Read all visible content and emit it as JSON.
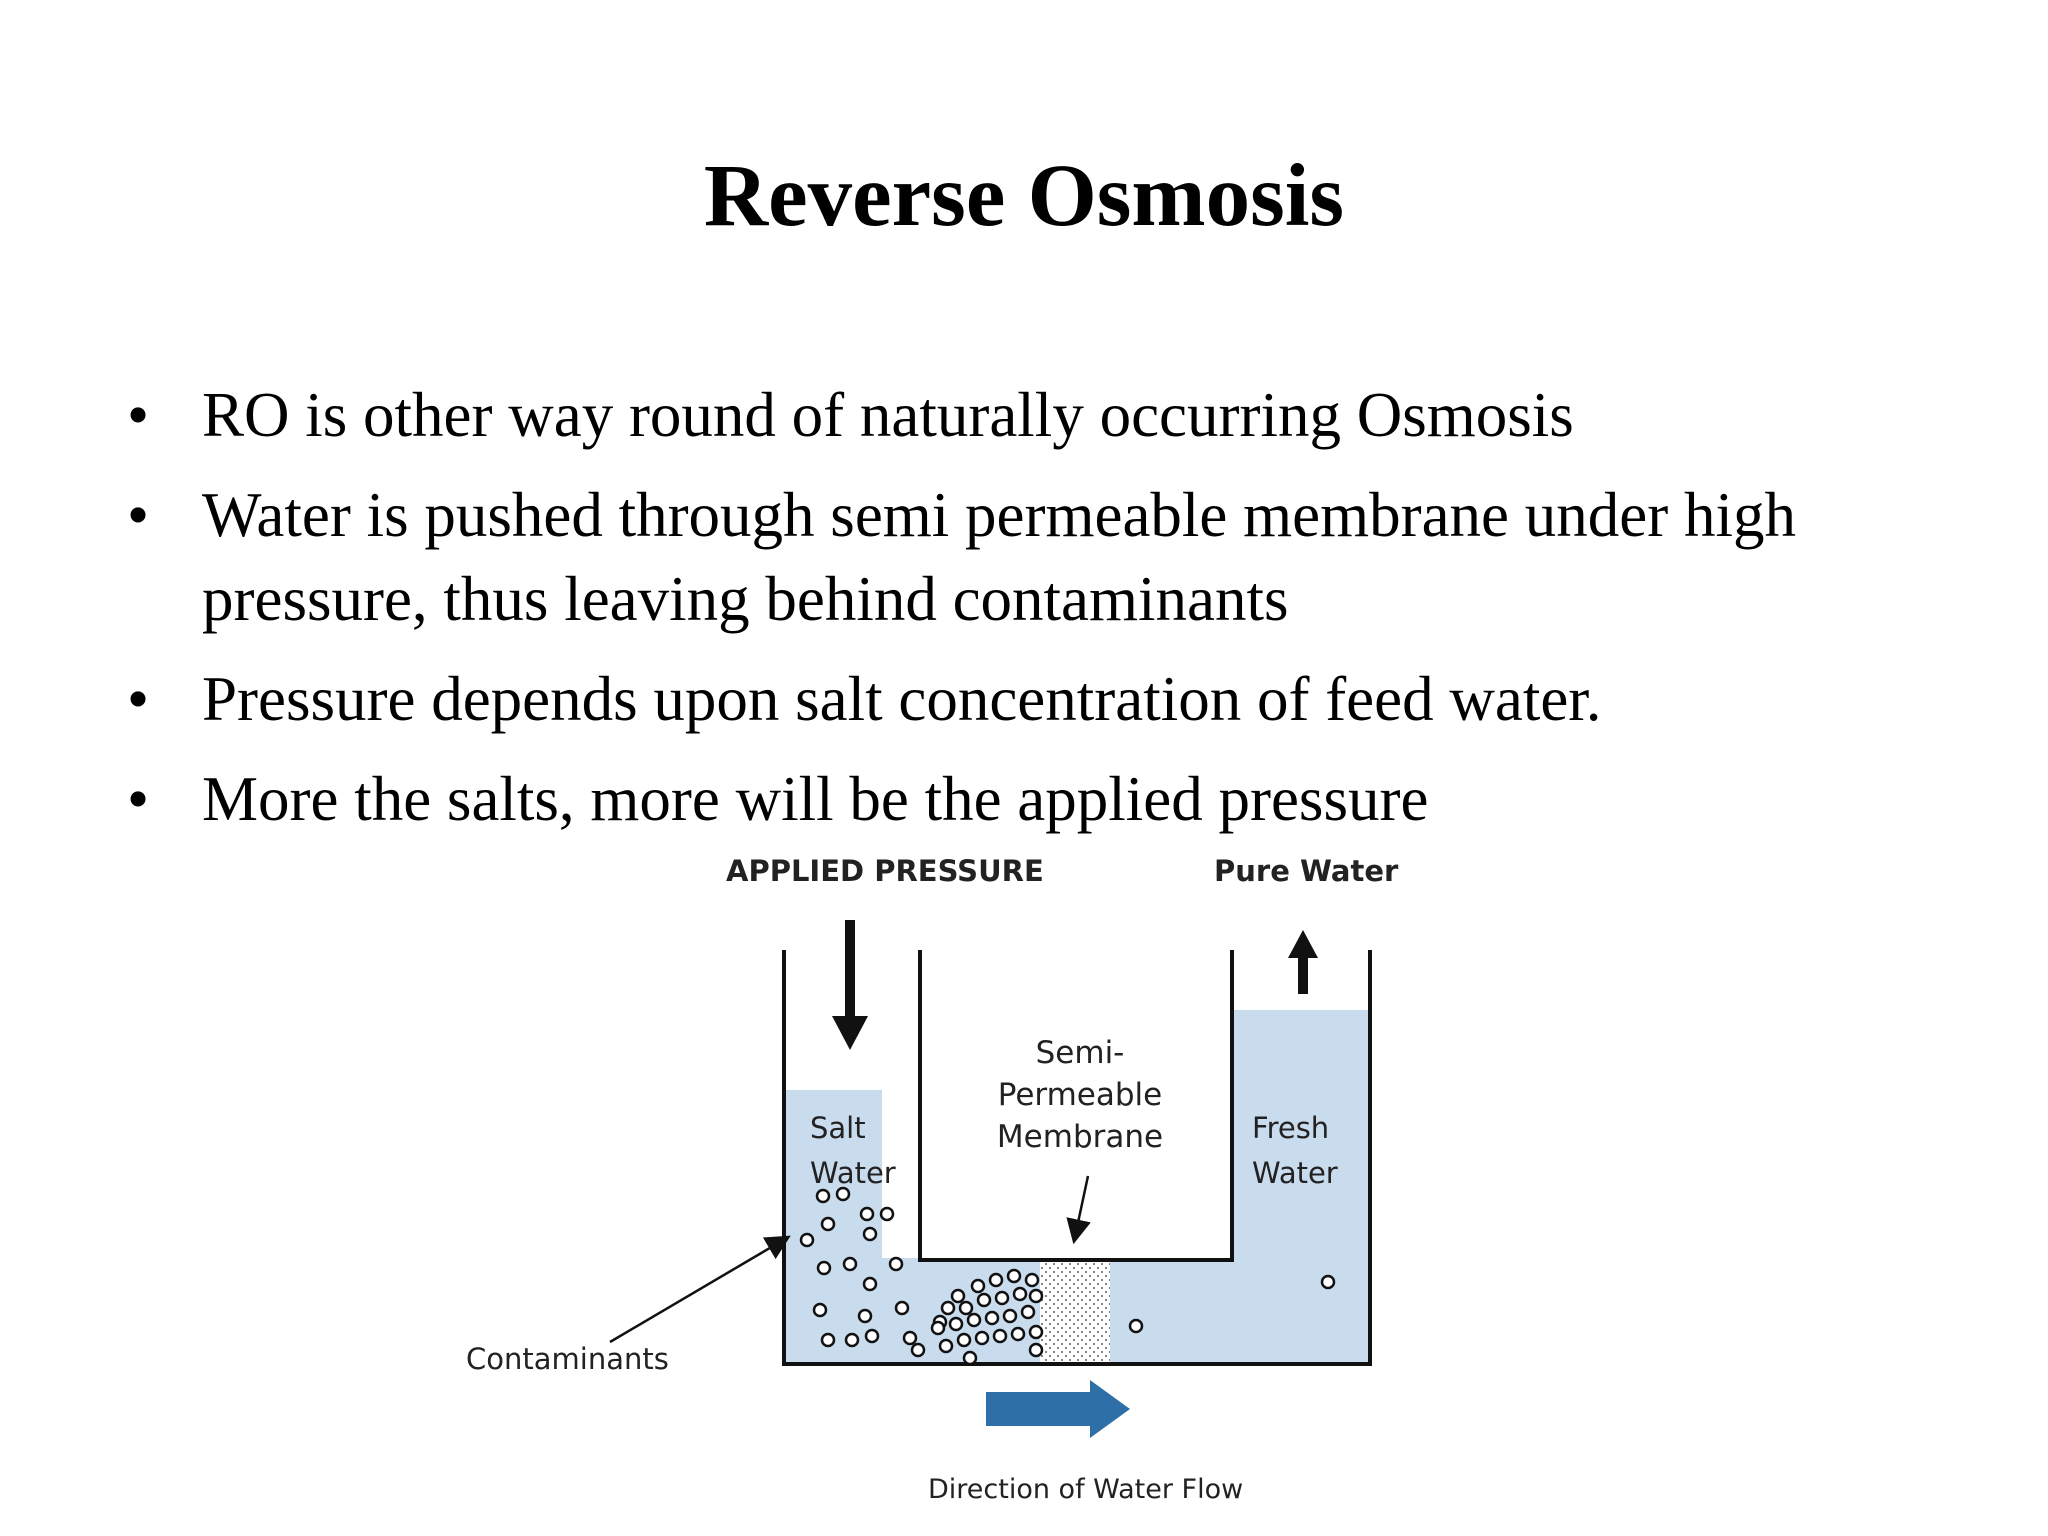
{
  "slide": {
    "title": "Reverse Osmosis",
    "bullet_symbol": "•",
    "bullets": [
      "RO is other way round of naturally occurring Osmosis",
      "Water is pushed through semi permeable membrane under high pressure, thus leaving behind contaminants",
      "Pressure depends upon salt concentration of feed water.",
      "More the salts, more will be the applied pressure"
    ]
  },
  "diagram": {
    "applied_pressure": "APPLIED PRESSURE",
    "pure_water": "Pure Water",
    "semi_permeable_membrane": "Semi- Permeable Membrane",
    "salt_water": "Salt Water",
    "fresh_water": "Fresh Water",
    "contaminants": "Contaminants",
    "direction_of_flow": "Direction of Water Flow",
    "colors": {
      "water": "#c9dcee",
      "arrow_flow": "#2f6fa8",
      "outline": "#111111"
    }
  }
}
